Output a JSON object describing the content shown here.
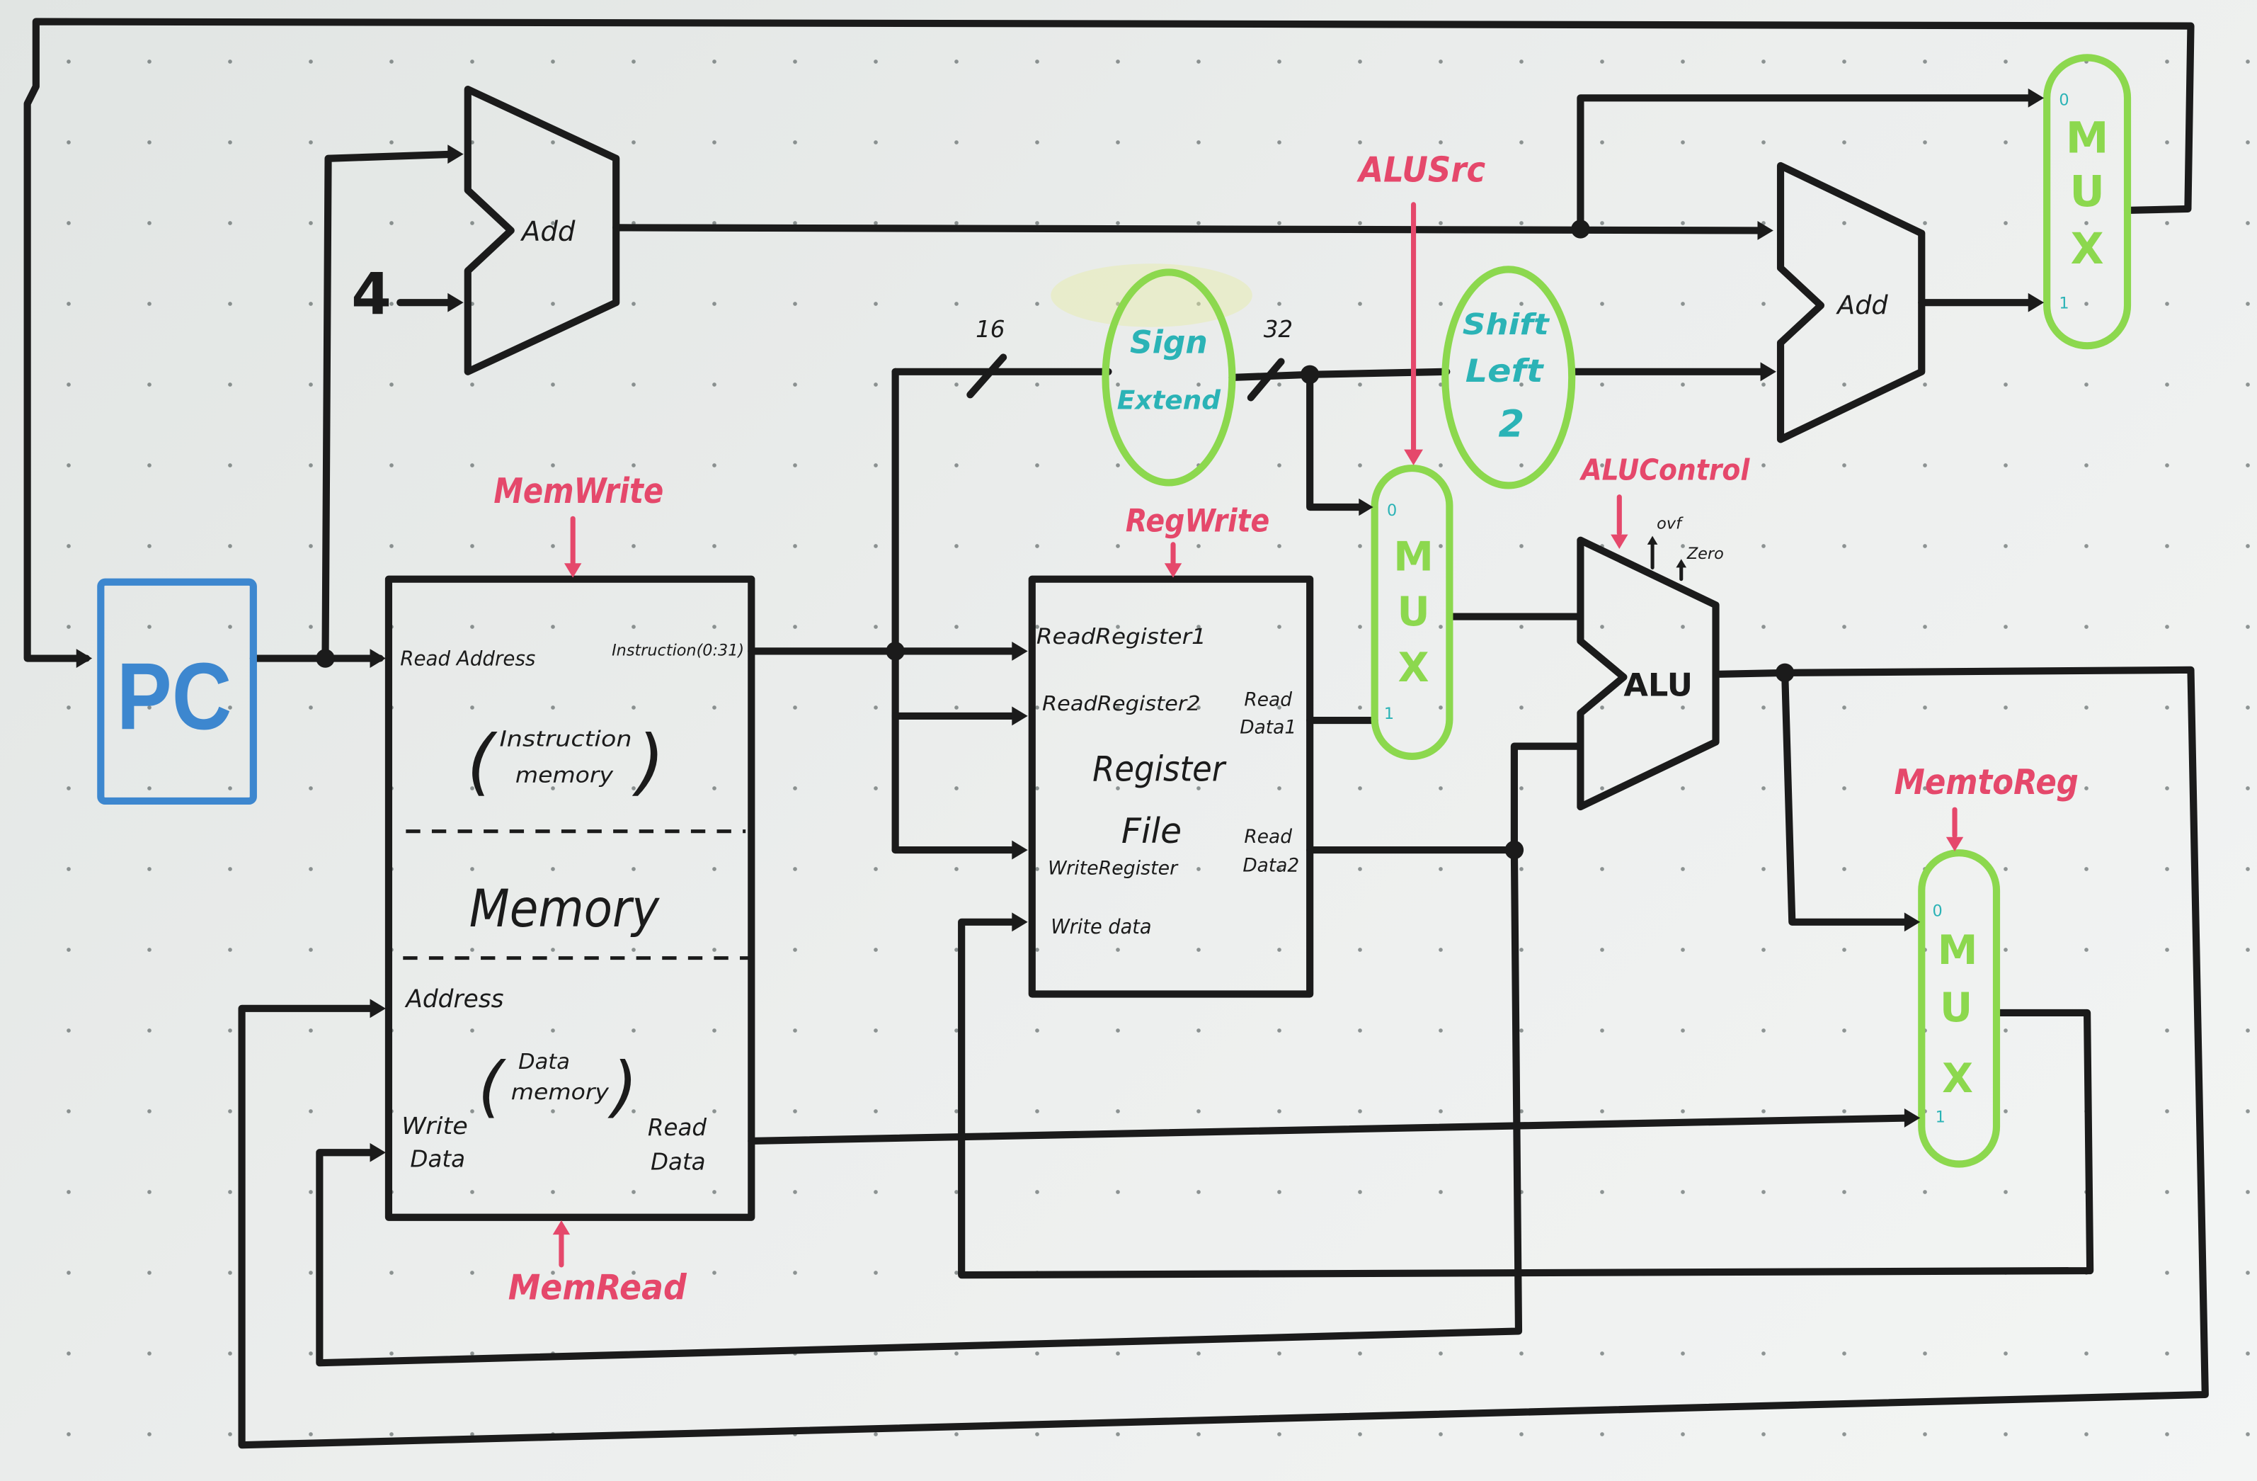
{
  "colors": {
    "board": "#e7eae8",
    "ink": "#1b1b1b",
    "pc_blue": "#3d87cf",
    "control_red": "#e5486b",
    "mux_green": "#8cd84e",
    "label_teal": "#2bb3b6"
  },
  "pc": {
    "label": "PC"
  },
  "constant": {
    "label": "4"
  },
  "pc_adder": {
    "label": "Add"
  },
  "branch_adder": {
    "label": "Add"
  },
  "memory": {
    "title": "Memory",
    "read_address": "Read Address",
    "instruction_out": "Instruction(0:31)",
    "instruction_memory": {
      "open": "(",
      "line1": "Instruction",
      "line2": "memory",
      "close": ")"
    },
    "address": "Address",
    "data_memory": {
      "open": "(",
      "line1": "Data",
      "line2": "memory",
      "close": ")"
    },
    "write_data": {
      "line1": "Write",
      "line2": "Data"
    },
    "read_data": {
      "line1": "Read",
      "line2": "Data"
    }
  },
  "register_file": {
    "title_line1": "Register",
    "title_line2": "File",
    "read_register_1": "ReadRegister1",
    "read_register_2": "ReadRegister2",
    "write_register": "WriteRegister",
    "write_data": "Write data",
    "read_data_1": {
      "line1": "Read",
      "line2": "Data1"
    },
    "read_data_2": {
      "line1": "Read",
      "line2": "Data2"
    }
  },
  "sign_extend": {
    "line1": "Sign",
    "line2": "Extend",
    "input_width": "16",
    "output_width": "32"
  },
  "shift_left": {
    "line1": "Shift",
    "line2": "Left",
    "line3": "2"
  },
  "alu": {
    "label": "ALU",
    "overflow": "ovf",
    "zero": "Zero"
  },
  "pc_mux": {
    "letters": [
      "M",
      "U",
      "X"
    ],
    "input0": "0",
    "input1": "1"
  },
  "alu_src_mux": {
    "letters": [
      "M",
      "U",
      "X"
    ],
    "input0": "0",
    "input1": "1"
  },
  "mem_to_reg_mux": {
    "letters": [
      "M",
      "U",
      "X"
    ],
    "input0": "0",
    "input1": "1"
  },
  "control": {
    "mem_write": "MemWrite",
    "mem_read": "MemRead",
    "reg_write": "RegWrite",
    "alu_src": "ALUSrc",
    "alu_control": "ALUControl",
    "mem_to_reg": "MemtoReg"
  }
}
